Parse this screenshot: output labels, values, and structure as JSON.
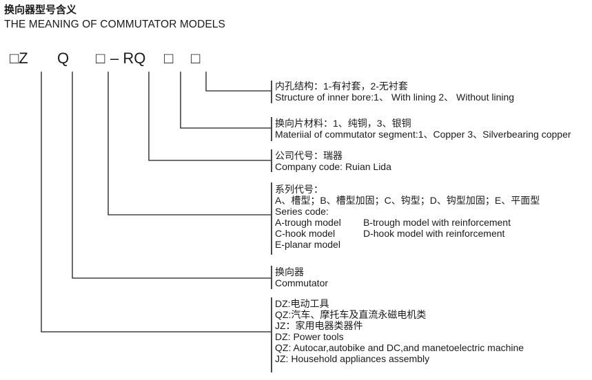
{
  "title_cn": "换向器型号含义",
  "title_en": "THE MEANING OF COMMUTATOR MODELS",
  "code": {
    "dz": "□Z",
    "q": "Q",
    "series": "□",
    "rq": "– RQ",
    "material": "□",
    "bore": "□"
  },
  "bore": {
    "cn": "内孔结构：1-有衬套，2-无衬套",
    "en": "Structure of inner bore:1、 With lining  2、 Without lining"
  },
  "material": {
    "cn": "换向片材料：1、纯铜，3、银铜",
    "en": "Materiial of commutator segment:1、Copper     3、Silverbearing copper"
  },
  "company": {
    "cn": "公司代号：瑞器",
    "en": "Company code: Ruian Lida"
  },
  "series": {
    "cn_label": "系列代号：",
    "cn_items": "A、槽型；B、槽型加固；C、钩型；D、钩型加固；E、平面型",
    "en_label": "Series code:",
    "a": "A-trough model",
    "b": "B-trough model with reinforcement",
    "c": "C-hook model",
    "d": "D-hook model with reinforcement",
    "e": "E-planar model"
  },
  "commutator": {
    "cn": "换向器",
    "en": "Commutator"
  },
  "application": {
    "dz_cn": "DZ:电动工具",
    "qz_cn": "QZ:汽车、摩托车及直流永磁电机类",
    "jz_cn": "JZ：家用电器类器件",
    "dz_en": "DZ: Power tools",
    "qz_en": "QZ: Autocar,autobike and DC,and manetoelectric machine",
    "jz_en": "JZ: Household appliances assembly"
  }
}
